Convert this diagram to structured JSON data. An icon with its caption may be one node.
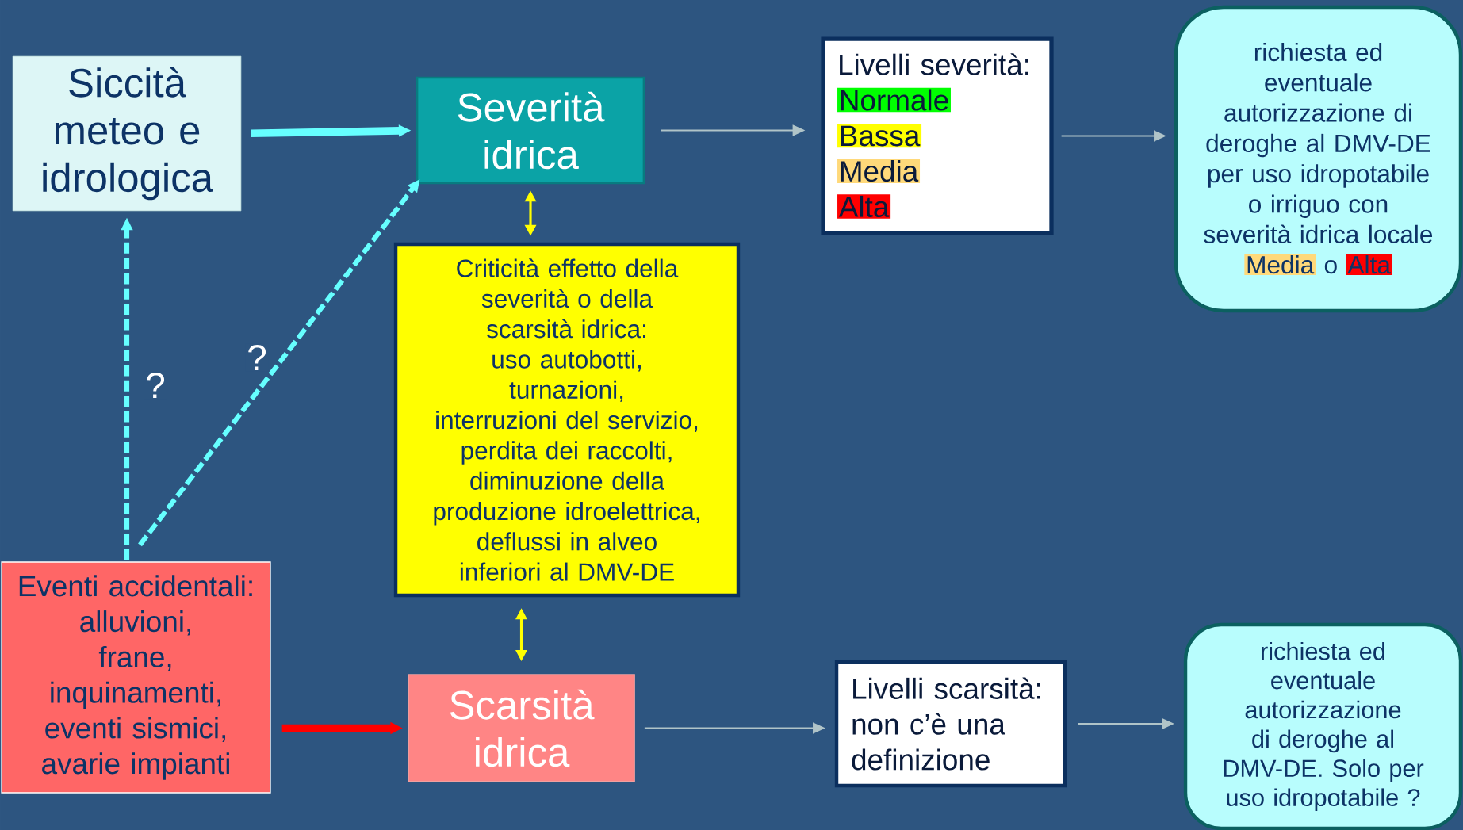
{
  "diagram": {
    "nodes": [
      {
        "text": [
          "Siccità meteo e idrologica"
        ]
      },
      {
        "text": [
          "Severità idrica"
        ]
      },
      {
        "text": [
          "Livelli severità:",
          "Normale",
          "Bassa",
          "Media",
          "Alta"
        ]
      },
      {
        "text": [
          "richiesta ed eventuale autorizzazione di deroghe al DMV-DE per uso idropotabile o irriguo con severità idrica locale",
          "Media",
          "o",
          "Alta"
        ]
      },
      {
        "text": [
          "Criticità effetto della severità o della scarsità idrica:",
          "uso autobotti,",
          "turnazioni,",
          "interruzioni del servizio,",
          "perdita dei raccolti,",
          "diminuzione della produzione idroelettrica,",
          "deflussi in alveo inferiori al DMV-DE"
        ]
      },
      {
        "text": [
          "Eventi accidentali:",
          "alluvioni,",
          "frane,",
          "inquinamenti,",
          "eventi sismici,",
          "avarie impianti"
        ]
      },
      {
        "text": [
          "Scarsità idrica"
        ]
      },
      {
        "text": [
          "Livelli scarsità:",
          "non c’è una definizione"
        ]
      },
      {
        "text": [
          "richiesta ed eventuale autorizzazione di deroghe al DMV-DE. Solo per uso idropotabile ?"
        ]
      }
    ],
    "edges": [
      {
        "from": 0,
        "to": 1,
        "arrow": "to",
        "style": "thick",
        "color": "#66ffff"
      },
      {
        "from": 1,
        "to": 2,
        "arrow": "to"
      },
      {
        "from": 2,
        "to": 3,
        "arrow": "to"
      },
      {
        "from": 1,
        "to": 4,
        "arrow": "both",
        "color": "#ffff00"
      },
      {
        "from": 4,
        "to": 6,
        "arrow": "both",
        "color": "#ffff00"
      },
      {
        "from": 5,
        "to": 0,
        "arrow": "to",
        "style": "dashed",
        "color": "#66ffff",
        "label": "?"
      },
      {
        "from": 5,
        "to": 1,
        "arrow": "to",
        "style": "dashed",
        "color": "#66ffff",
        "label": "?"
      },
      {
        "from": 5,
        "to": 6,
        "arrow": "to",
        "style": "thick",
        "color": "#ff0000"
      },
      {
        "from": 6,
        "to": 7,
        "arrow": "to"
      },
      {
        "from": 7,
        "to": 8,
        "arrow": "to"
      }
    ]
  }
}
